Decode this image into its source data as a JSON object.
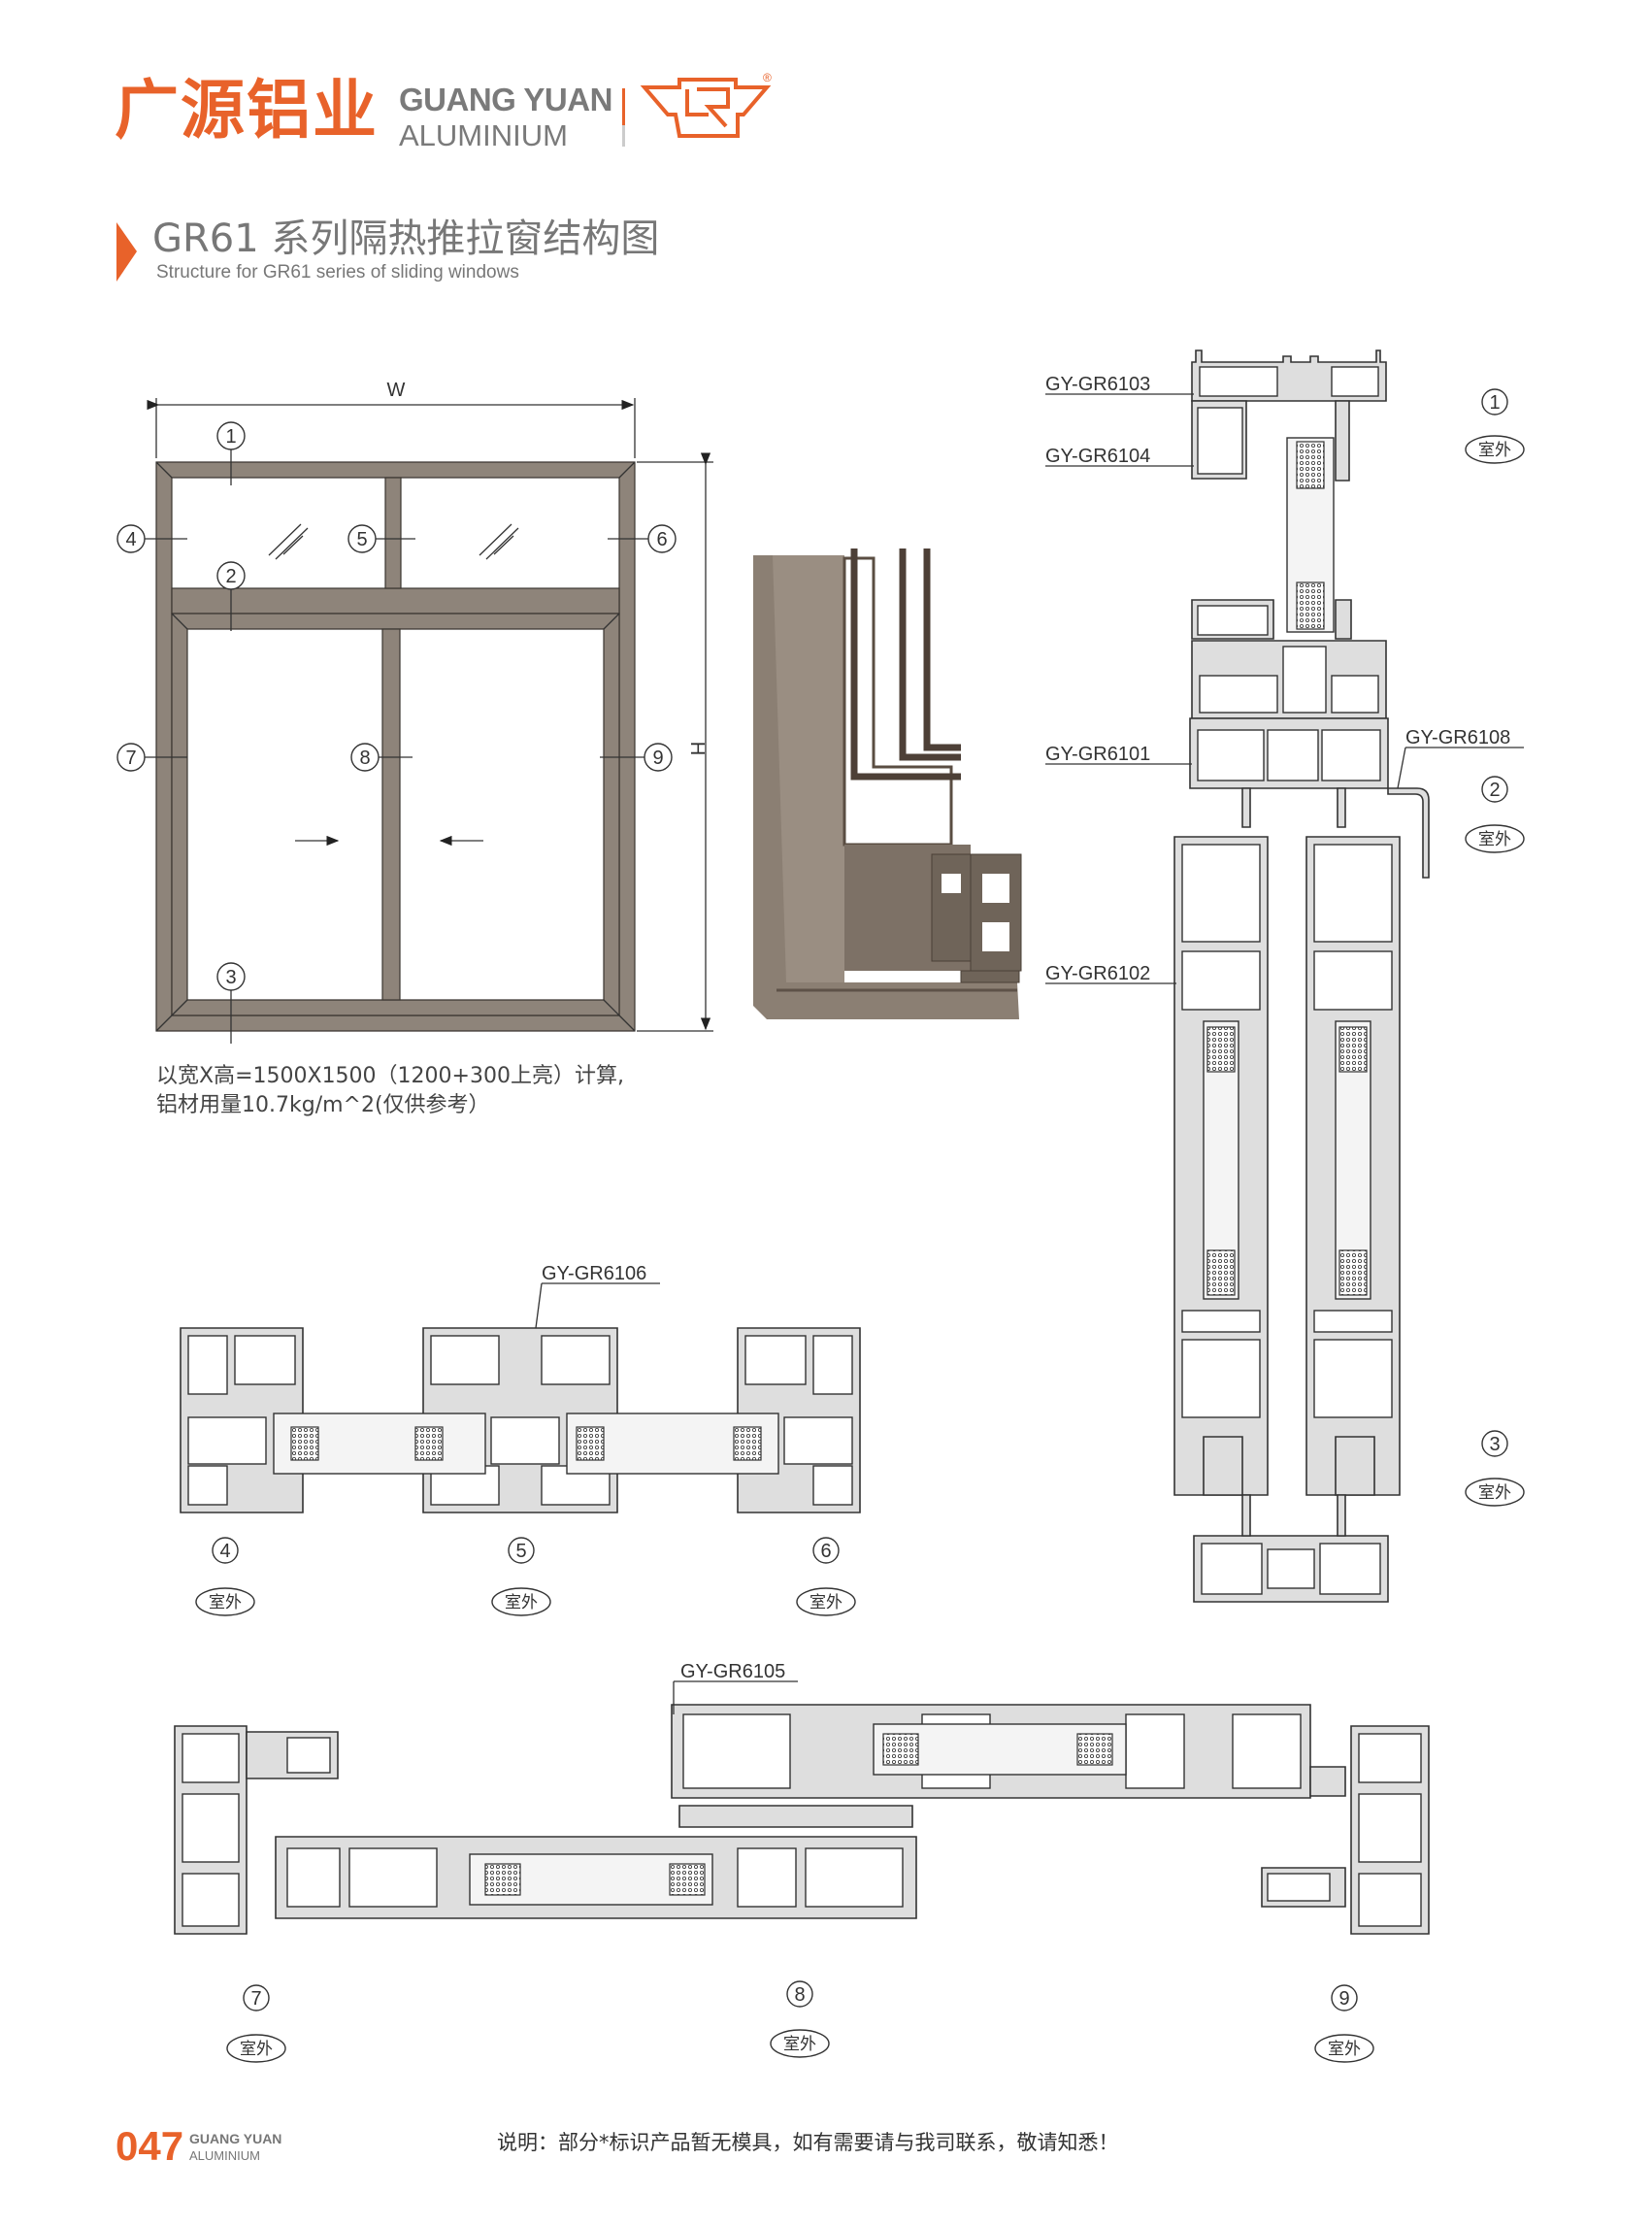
{
  "header": {
    "brand_cn": "广源铝业",
    "brand_en_line1": "GUANG YUAN",
    "brand_en_line2": "ALUMINIUM",
    "logo_mark": "CR",
    "registered": "®"
  },
  "title": {
    "main": "GR61 系列隔热推拉窗结构图",
    "sub": "Structure for GR61 series of sliding windows"
  },
  "elevation": {
    "width_label": "W",
    "height_label": "H",
    "callouts": [
      "1",
      "2",
      "3",
      "4",
      "5",
      "6",
      "7",
      "8",
      "9"
    ],
    "note_line1": "以宽X高=1500X1500（1200+300上亮）计算,",
    "note_line2": "铝材用量10.7kg/m^2(仅供参考）"
  },
  "sections": {
    "vertical": {
      "labels": [
        "GY-GR6103",
        "GY-GR6104",
        "GY-GR6101",
        "GY-GR6102",
        "GY-GR6108"
      ],
      "markers": [
        "1",
        "2",
        "3"
      ],
      "outdoor": "室外"
    },
    "horizontal_top": {
      "label": "GY-GR6106",
      "markers": [
        "4",
        "5",
        "6"
      ],
      "outdoor": "室外"
    },
    "horizontal_bottom": {
      "label": "GY-GR6105",
      "markers": [
        "7",
        "8",
        "9"
      ],
      "outdoor": "室外"
    }
  },
  "footer": {
    "page_number": "047",
    "brand_en_line1": "GUANG YUAN",
    "brand_en_line2": "ALUMINIUM",
    "note": "说明：部分*标识产品暂无模具，如有需要请与我司联系，敬请知悉！"
  },
  "colors": {
    "brand": "#e8622a",
    "frame": "#8e847a",
    "text": "#777777"
  }
}
